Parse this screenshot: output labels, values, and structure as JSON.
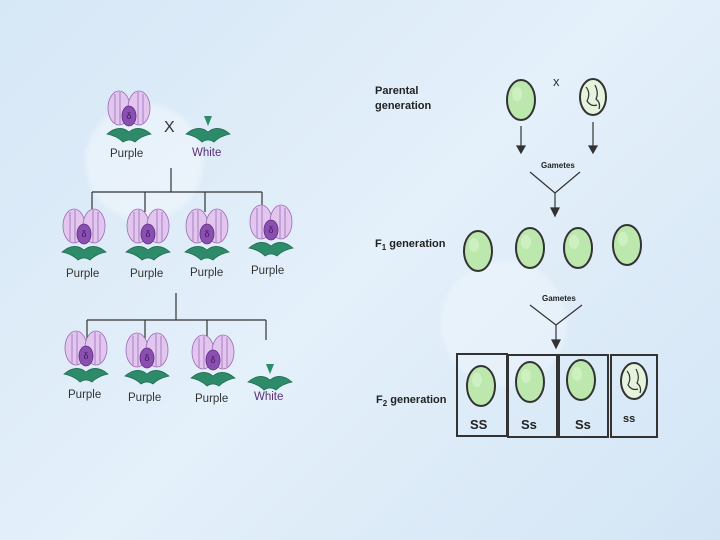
{
  "left_diagram": {
    "parents": [
      {
        "label": "Purple",
        "type": "purple-flower"
      },
      {
        "label": "White",
        "type": "white-flower"
      }
    ],
    "cross_symbol": "X",
    "f1": [
      {
        "label": "Purple"
      },
      {
        "label": "Purple"
      },
      {
        "label": "Purple"
      },
      {
        "label": "Purple"
      }
    ],
    "f2": [
      {
        "label": "Purple",
        "type": "purple-flower"
      },
      {
        "label": "Purple",
        "type": "purple-flower"
      },
      {
        "label": "Purple",
        "type": "purple-flower"
      },
      {
        "label": "White",
        "type": "white-flower"
      }
    ]
  },
  "right_diagram": {
    "parental_label_line1": "Parental",
    "parental_label_line2": "generation",
    "cross_symbol": "x",
    "gametes_label_1": "Gametes",
    "f1_label_prefix": "F",
    "f1_label_sub": "1",
    "f1_label_suffix": " generation",
    "gametes_label_2": "Gametes",
    "f2_label_prefix": "F",
    "f2_label_sub": "2",
    "f2_label_suffix": " generation",
    "f2_genotypes": [
      "SS",
      "Ss",
      "Ss",
      "ss"
    ]
  },
  "colors": {
    "purple_light": "#d9b8e6",
    "purple_dark": "#8a4fb0",
    "leaf_green": "#2e8b6a",
    "seed_green": "#b8e6a8",
    "seed_outline": "#333333"
  }
}
